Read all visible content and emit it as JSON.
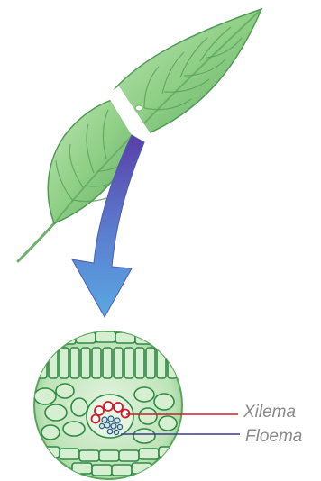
{
  "labels": {
    "xylem": "Xilema",
    "phloem": "Floema"
  },
  "colors": {
    "leaf_light": "#a8d8a0",
    "leaf_mid": "#7fc27a",
    "leaf_dark": "#4f9a55",
    "arrow_top": "#6a4fb8",
    "arrow_bottom": "#5aa6e0",
    "cell_wall": "#2f8a45",
    "cell_fill": "#cdebc8",
    "xylem_line": "#d01c2a",
    "phloem_line": "#3b3a8c",
    "label_text": "#8a8a8a"
  },
  "icons": {
    "leaf": "leaf-illustration",
    "arrow": "down-arrow",
    "cross_section": "leaf-cross-section"
  }
}
